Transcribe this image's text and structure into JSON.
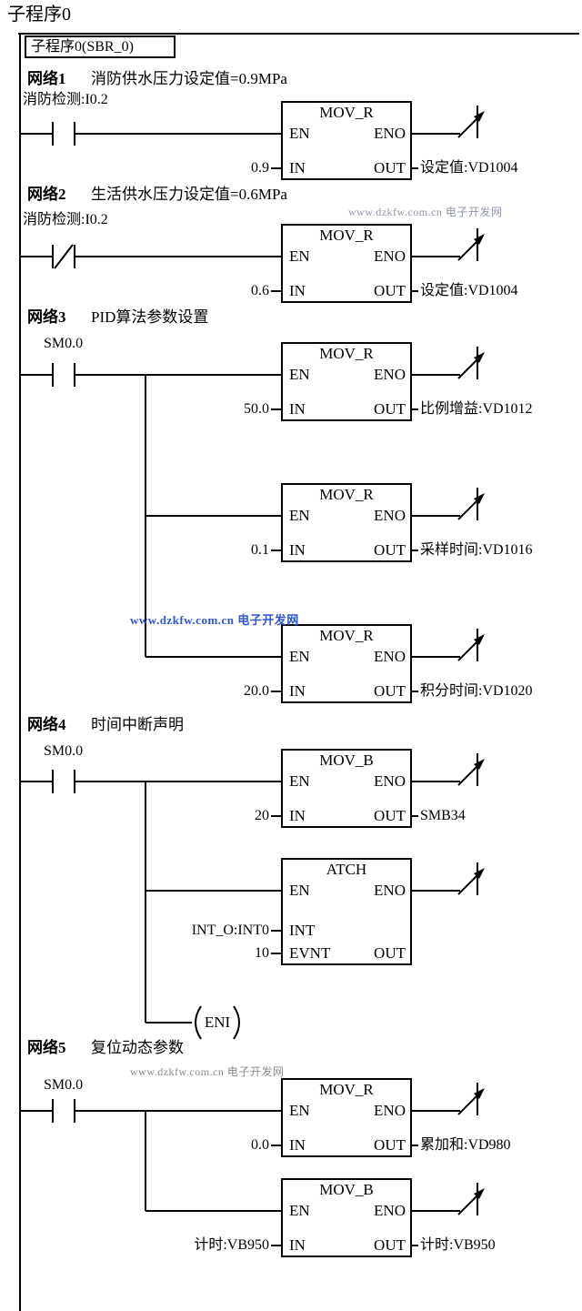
{
  "title": "子程序0",
  "subroutine_header": "子程序0(SBR_0)",
  "watermark": "www.dzkfw.com.cn 电子开发网",
  "ports": {
    "en": "EN",
    "eno": "ENO",
    "in": "IN",
    "out": "OUT",
    "int": "INT",
    "evnt": "EVNT"
  },
  "networks": [
    {
      "label": "网络1",
      "title": "消防供水压力设定值=0.9MPa",
      "contact": "消防检测:I0.2",
      "blocks": [
        {
          "name": "MOV_R",
          "in_value": "0.9",
          "out_label": "设定值:VD1004"
        }
      ]
    },
    {
      "label": "网络2",
      "title": "生活供水压力设定值=0.6MPa",
      "contact": "消防检测:I0.2",
      "blocks": [
        {
          "name": "MOV_R",
          "in_value": "0.6",
          "out_label": "设定值:VD1004"
        }
      ]
    },
    {
      "label": "网络3",
      "title": "PID算法参数设置",
      "contact": "SM0.0",
      "blocks": [
        {
          "name": "MOV_R",
          "in_value": "50.0",
          "out_label": "比例增益:VD1012"
        },
        {
          "name": "MOV_R",
          "in_value": "0.1",
          "out_label": "采样时间:VD1016"
        },
        {
          "name": "MOV_R",
          "in_value": "20.0",
          "out_label": "积分时间:VD1020"
        }
      ]
    },
    {
      "label": "网络4",
      "title": "时间中断声明",
      "contact": "SM0.0",
      "blocks": [
        {
          "name": "MOV_B",
          "in_value": "20",
          "out_label": "SMB34"
        },
        {
          "name": "ATCH",
          "int_value": "INT_O:INT0",
          "evnt_value": "10"
        }
      ],
      "coil": "ENI"
    },
    {
      "label": "网络5",
      "title": "复位动态参数",
      "contact": "SM0.0",
      "blocks": [
        {
          "name": "MOV_R",
          "in_value": "0.0",
          "out_label": "累加和:VD980"
        },
        {
          "name": "MOV_B",
          "in_value": "计时:VB950",
          "out_label": "计时:VB950"
        }
      ]
    }
  ]
}
